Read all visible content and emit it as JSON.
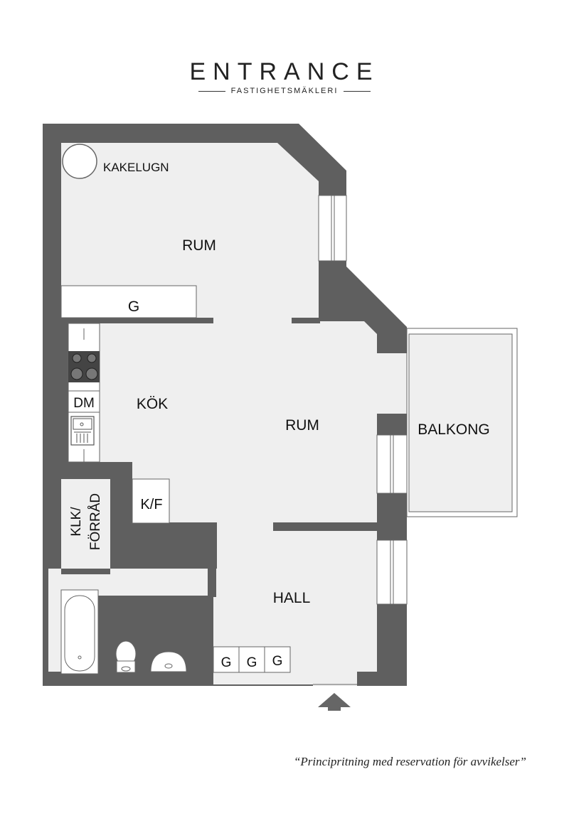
{
  "brand": {
    "name": "ENTRANCE",
    "subtitle": "FASTIGHETSMÄKLERI"
  },
  "rooms": {
    "kakelugn": "KAKELUGN",
    "rum_top": "RUM",
    "rum_main": "RUM",
    "kok": "KÖK",
    "dm": "DM",
    "balkong": "BALKONG",
    "kf": "K/F",
    "klk": "KLK/",
    "forrad": "FÖRRÅD",
    "hall": "HALL"
  },
  "storage": {
    "g_top": "G",
    "g_hall": [
      "G",
      "G",
      "G"
    ]
  },
  "disclaimer": "“Principritning med reservation för avvikelser”",
  "colors": {
    "wall": "#5f5f5f",
    "floor": "#efefef",
    "fixture": "#ffffff",
    "line": "#666666",
    "stove": "#444444"
  },
  "icons": [
    "tiled-stove-icon",
    "stove-icon",
    "sink-icon",
    "bathtub-icon",
    "toilet-icon",
    "washbasin-icon",
    "window-icon",
    "entrance-arrow-icon"
  ]
}
